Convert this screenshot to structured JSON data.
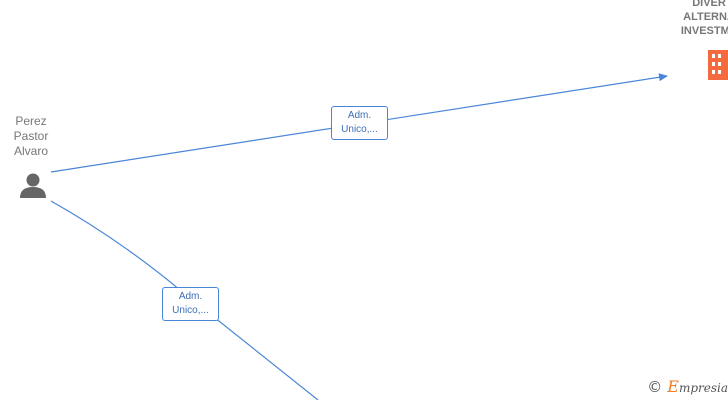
{
  "person": {
    "label": "Perez\nPastor\nAlvaro",
    "icon": "person-icon"
  },
  "company": {
    "label": "DIVER\nALTERNA\nINVESTME",
    "icon": "building-icon",
    "color": "#f26a3d"
  },
  "edges": [
    {
      "label": "Adm.\nUnico,..."
    },
    {
      "label": "Adm.\nUnico,..."
    }
  ],
  "brand": {
    "copyright": "©",
    "initial": "E",
    "rest": "mpresia"
  },
  "colors": {
    "edge": "#4a86d8",
    "person": "#666666"
  }
}
